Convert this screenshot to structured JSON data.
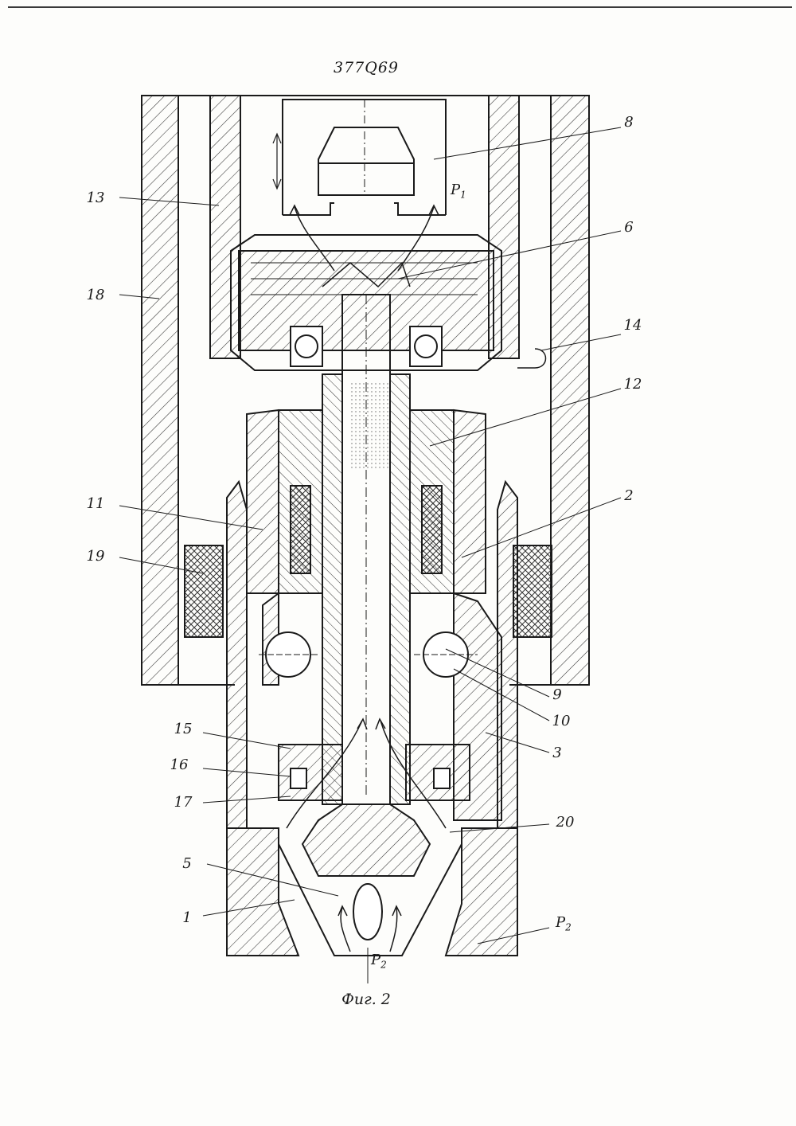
{
  "document": {
    "patent_number": "377Q69",
    "figure_caption": "Фиг. 2"
  },
  "labels": {
    "l1": "1",
    "l2": "2",
    "l3": "3",
    "l5": "5",
    "l6": "6",
    "l8": "8",
    "l9": "9",
    "l10": "10",
    "l11": "11",
    "l12": "12",
    "l13": "13",
    "l14": "14",
    "l15": "15",
    "l16": "16",
    "l17": "17",
    "l18": "18",
    "l19": "19",
    "l20": "20"
  },
  "pressures": {
    "p1": "P",
    "p1_sub": "1",
    "p2_right": "P",
    "p2_right_sub": "2",
    "p2_bottom": "P",
    "p2_bottom_sub": "2"
  }
}
